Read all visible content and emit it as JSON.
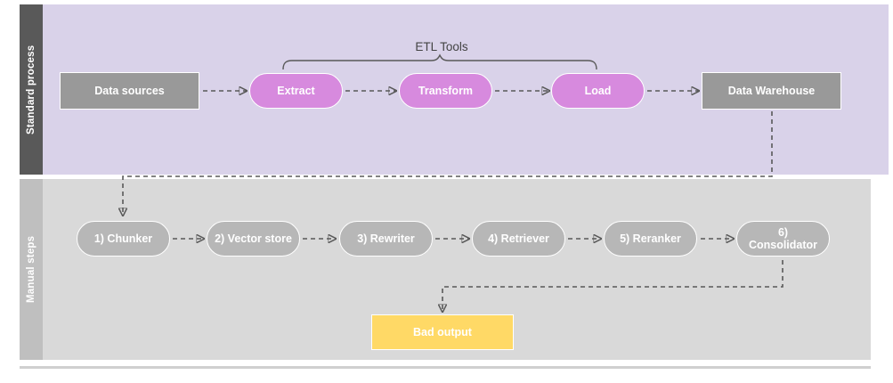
{
  "diagram": {
    "lanes": [
      {
        "id": "standard",
        "label": "Standard process"
      },
      {
        "id": "manual",
        "label": "Manual steps"
      }
    ],
    "annotations": {
      "etl_bracket_label": "ETL Tools"
    },
    "top_row": [
      {
        "id": "data-sources",
        "label": "Data sources",
        "shape": "rect",
        "color": "#999999"
      },
      {
        "id": "extract",
        "label": "Extract",
        "shape": "pill",
        "color": "#d78ade"
      },
      {
        "id": "transform",
        "label": "Transform",
        "shape": "pill",
        "color": "#d78ade"
      },
      {
        "id": "load",
        "label": "Load",
        "shape": "pill",
        "color": "#d78ade"
      },
      {
        "id": "data-warehouse",
        "label": "Data Warehouse",
        "shape": "rect",
        "color": "#999999"
      }
    ],
    "bottom_row": [
      {
        "id": "chunker",
        "label": "1) Chunker",
        "shape": "pill",
        "color": "#b7b7b7"
      },
      {
        "id": "vector-store",
        "label": "2) Vector store",
        "shape": "pill",
        "color": "#b7b7b7"
      },
      {
        "id": "rewriter",
        "label": "3) Rewriter",
        "shape": "pill",
        "color": "#b7b7b7"
      },
      {
        "id": "retriever",
        "label": "4) Retriever",
        "shape": "pill",
        "color": "#b7b7b7"
      },
      {
        "id": "reranker",
        "label": "5) Reranker",
        "shape": "pill",
        "color": "#b7b7b7"
      },
      {
        "id": "consolidator",
        "label": "6) Consolidator",
        "shape": "pill",
        "color": "#b7b7b7"
      }
    ],
    "outputs": [
      {
        "id": "bad-output",
        "label": "Bad output",
        "shape": "rect",
        "color": "#ffd966"
      }
    ],
    "colors": {
      "lane_top_label_bg": "#595959",
      "lane_top_bg": "#d9d2e9",
      "lane_bottom_label_bg": "#bfbfbf",
      "lane_bottom_bg": "#d9d9d9",
      "connector": "#595959",
      "annotation_text": "#434343"
    }
  }
}
